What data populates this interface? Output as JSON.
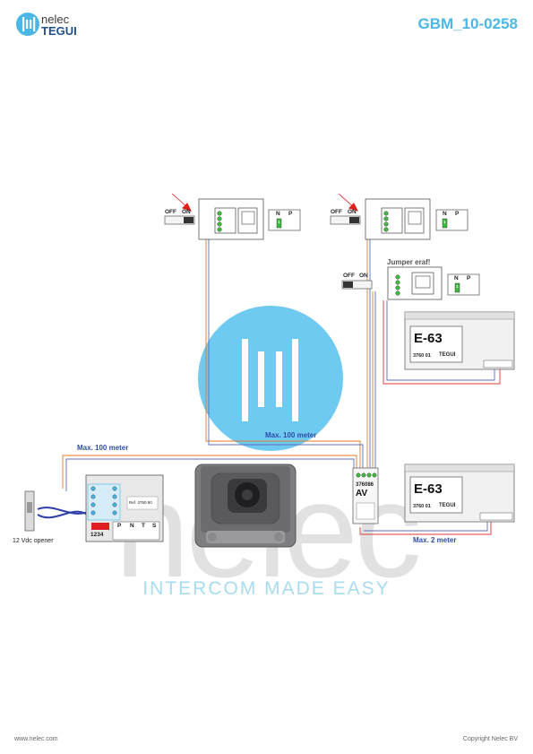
{
  "header": {
    "logo_name": "nelec",
    "logo_brand": "TEGUI",
    "doc_code": "GBM_10-0258"
  },
  "watermark": {
    "text": "nelec",
    "tagline": "INTERCOM MADE EASY"
  },
  "footer": {
    "website": "www.nelec.com",
    "copyright": "Copyright Nelec BV"
  },
  "diagram": {
    "switch_off": "OFF",
    "switch_on": "ON",
    "jumper_note": "Jumper eraf!",
    "module_n": "N",
    "module_p": "P",
    "jumper_value": "1",
    "power_unit_model": "E-63",
    "power_unit_code": "3760 01",
    "power_unit_brand": "TEGUI",
    "distributor_code": "376086",
    "distributor_label": "AV",
    "controller_ref": "Ref. 3760 90",
    "controller_digits": "1234",
    "controller_cols": [
      "P",
      "N",
      "T",
      "S"
    ],
    "label_max100_top": "Max. 100 meter",
    "label_max100_left": "Max. 100 meter",
    "label_max2": "Max. 2 meter",
    "opener_label": "12 Vdc opener"
  },
  "colors": {
    "brand_blue": "#4bb7e6",
    "label_blue": "#2f4ea8",
    "terminal_green": "#3dbb3d",
    "arrow_red": "#e0201c",
    "wire_orange": "#e07b2a",
    "wire_red": "#d83a3a"
  }
}
